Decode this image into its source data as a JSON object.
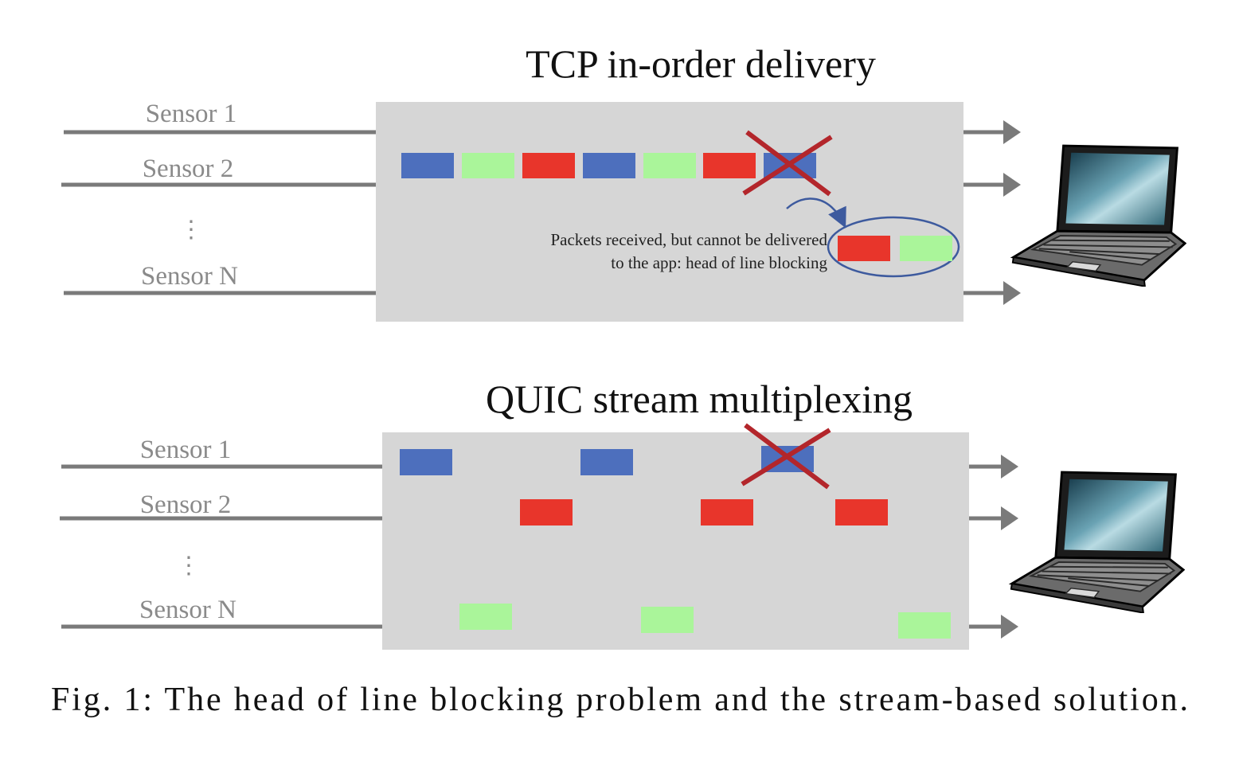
{
  "colors": {
    "blue": "#4d6fbd",
    "green": "#aaf59a",
    "red": "#e8352b",
    "cross": "#b3262b",
    "panel": "#d6d6d6",
    "line": "#7a7a7a",
    "ellipse": "#3d5a9e"
  },
  "tcp": {
    "title": "TCP in-order delivery",
    "sensors": [
      "Sensor 1",
      "Sensor 2",
      "Sensor N"
    ],
    "dots": "⋮",
    "note_line1": "Packets received, but cannot be delivered",
    "note_line2": "to the app: head of line blocking",
    "queue": [
      "blue",
      "green",
      "red",
      "blue",
      "green",
      "red",
      "blue-lost"
    ],
    "blocked": [
      "red",
      "green"
    ]
  },
  "quic": {
    "title": "QUIC stream multiplexing",
    "sensors": [
      "Sensor 1",
      "Sensor 2",
      "Sensor N"
    ],
    "dots": "⋮"
  },
  "caption": "Fig. 1: The head of line blocking problem and the stream-based solution.",
  "icons": [
    "laptop-icon",
    "arrow-right-icon",
    "lost-packet-cross-icon"
  ]
}
